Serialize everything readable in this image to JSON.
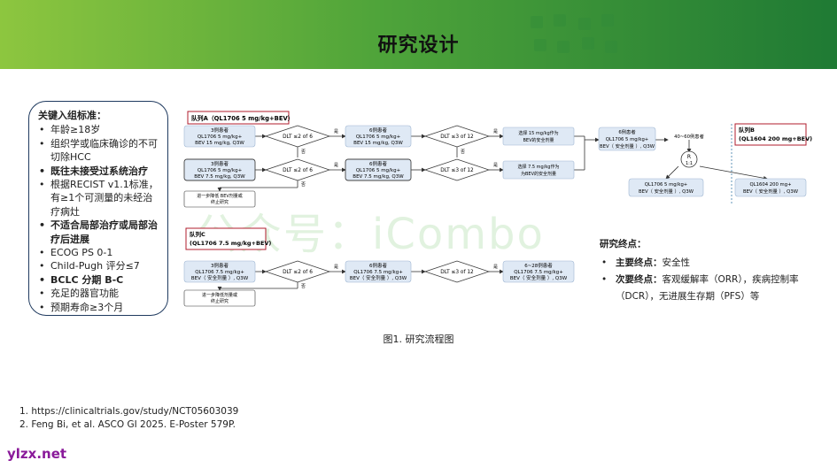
{
  "header": {
    "title": "研究设计",
    "accent": "#1f7a34"
  },
  "criteria": {
    "title": "关键入组标准：",
    "items": [
      {
        "text": "年龄≥18岁",
        "bold": false
      },
      {
        "text": "组织学或临床确诊的不可切除HCC",
        "bold": false
      },
      {
        "text": "既往未接受过系统治疗",
        "bold": true
      },
      {
        "text": "根据RECIST v1.1标准，有≥1个可测量的未经治疗病灶",
        "bold": false
      },
      {
        "text": "不适合局部治疗或局部治疗后进展",
        "bold": true
      },
      {
        "text": "ECOG PS 0-1",
        "bold": false
      },
      {
        "text": "Child-Pugh 评分≤7",
        "bold": false
      },
      {
        "text": "BCLC 分期 B-C",
        "bold": true
      },
      {
        "text": "充足的器官功能",
        "bold": false
      },
      {
        "text": "预期寿命≥3个月",
        "bold": false
      }
    ]
  },
  "flow": {
    "cohort_a": "队列A（QL1706 5 mg/kg+BEV）",
    "cohort_b": "队列B",
    "cohort_b_sub": "(QL1604 200 mg+BEV)",
    "cohort_c": "队列C",
    "cohort_c_sub": "(QL1706 7.5 mg/kg+BEV)",
    "box1a": [
      "3例患者",
      "QL1706 5 mg/kg+",
      "BEV 15 mg/kg, Q3W"
    ],
    "box1b": [
      "3例患者",
      "QL1706 5 mg/kg+",
      "BEV 7.5 mg/kg, Q3W"
    ],
    "box2a": [
      "6例患者",
      "QL1706 5 mg/kg+",
      "BEV 15 mg/kg, Q3W"
    ],
    "box2b": [
      "6例患者",
      "QL1706 5 mg/kg+",
      "BEV 7.5 mg/kg, Q3W"
    ],
    "dlt1": "DLT ≤2 of 6",
    "dlt2": "DLT ≤3 of 12",
    "yes": "是",
    "no": "否",
    "sel15": [
      "选择 15 mg/kg作为",
      "BEV的安全剂量"
    ],
    "sel75": [
      "选择 7.5 mg/kg作为",
      "为BEV的安全剂量"
    ],
    "box6a": [
      "6例患者",
      "QL1706 5 mg/kg+",
      "BEV（ 安全剂量 ）, Q3W"
    ],
    "expand": "40~60例患者",
    "random": [
      "R",
      "1:1"
    ],
    "arm1": [
      "QL1706 5 mg/kg+",
      "BEV（ 安全剂量 ）, Q3W"
    ],
    "arm2": [
      "QL1604 200 mg+",
      "BEV（ 安全剂量 ）, Q3W"
    ],
    "stop": [
      "进一步降低 BEV剂量或",
      "终止研究"
    ],
    "box1c": [
      "3例患者",
      "QL1706 7.5 mg/kg+",
      "BEV（ 安全剂量 ）, Q3W"
    ],
    "box2c": [
      "6例患者",
      "QL1706 7.5 mg/kg+",
      "BEV（ 安全剂量 ）, Q3W"
    ],
    "box3c": [
      "6~28例患者",
      "QL1706 7.5 mg/kg+",
      "BEV（ 安全剂量 ）, Q3W"
    ],
    "stop_c": [
      "进一步降低剂量或",
      "终止研究"
    ]
  },
  "caption": "图1. 研究流程图",
  "endpoints": {
    "title": "研究终点：",
    "primary_label": "主要终点：",
    "primary": "安全性",
    "secondary_label": "次要终点：",
    "secondary": "客观缓解率（ORR），疾病控制率（DCR），无进展生存期（PFS）等"
  },
  "references": [
    "1. https://clinicaltrials.gov/study/NCT05603039",
    "2. Feng Bi, et al. ASCO GI 2025. E-Poster 579P."
  ],
  "watermark": "公众号：iCombo",
  "site": "ylzx.net"
}
